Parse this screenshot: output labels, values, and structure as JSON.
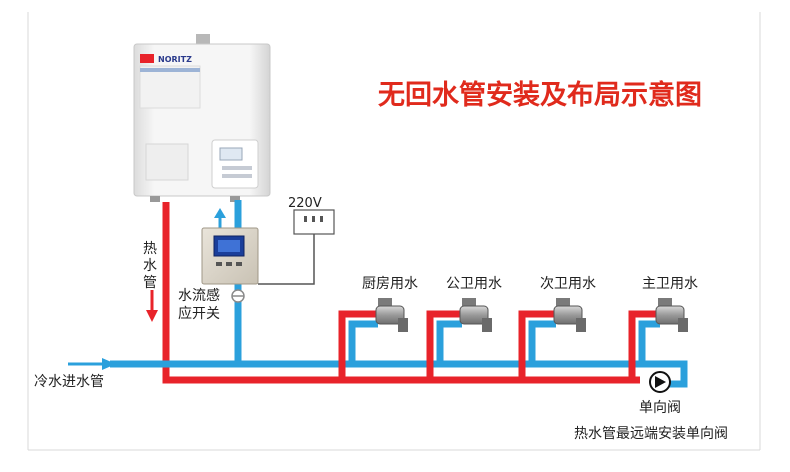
{
  "title": "无回水管安装及布局示意图",
  "heater": {
    "brand": "NORITZ"
  },
  "labels": {
    "hot_pipe": [
      "热",
      "水",
      "管"
    ],
    "flow_switch": [
      "水流感",
      "应开关"
    ],
    "power": "220V",
    "cold_inlet": "冷水进水管",
    "check_valve": "单向阀",
    "note": "热水管最远端安装单向阀"
  },
  "taps": [
    {
      "label": "厨房用水"
    },
    {
      "label": "公卫用水"
    },
    {
      "label": "次卫用水"
    },
    {
      "label": "主卫用水"
    }
  ],
  "colors": {
    "hot_pipe": "#e8232a",
    "cold_pipe": "#2ba0dc",
    "title": "#e02a1c",
    "frame": "#d9d9d9"
  }
}
